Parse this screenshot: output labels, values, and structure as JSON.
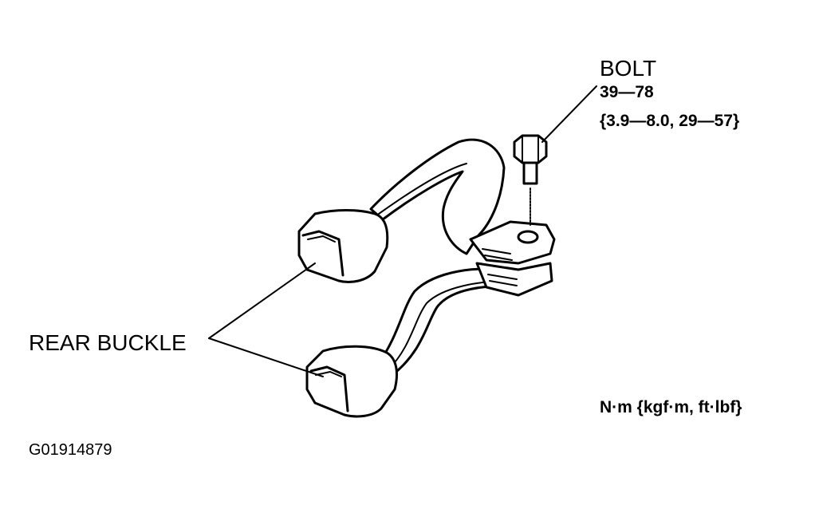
{
  "figure": {
    "id": "G01914879"
  },
  "labels": {
    "bolt": {
      "name": "BOLT",
      "torque_nm": "39—78",
      "torque_alt": "{3.9—8.0, 29—57}"
    },
    "buckle": "REAR BUCKLE",
    "units": "N·m {kgf·m, ft·lbf}"
  }
}
